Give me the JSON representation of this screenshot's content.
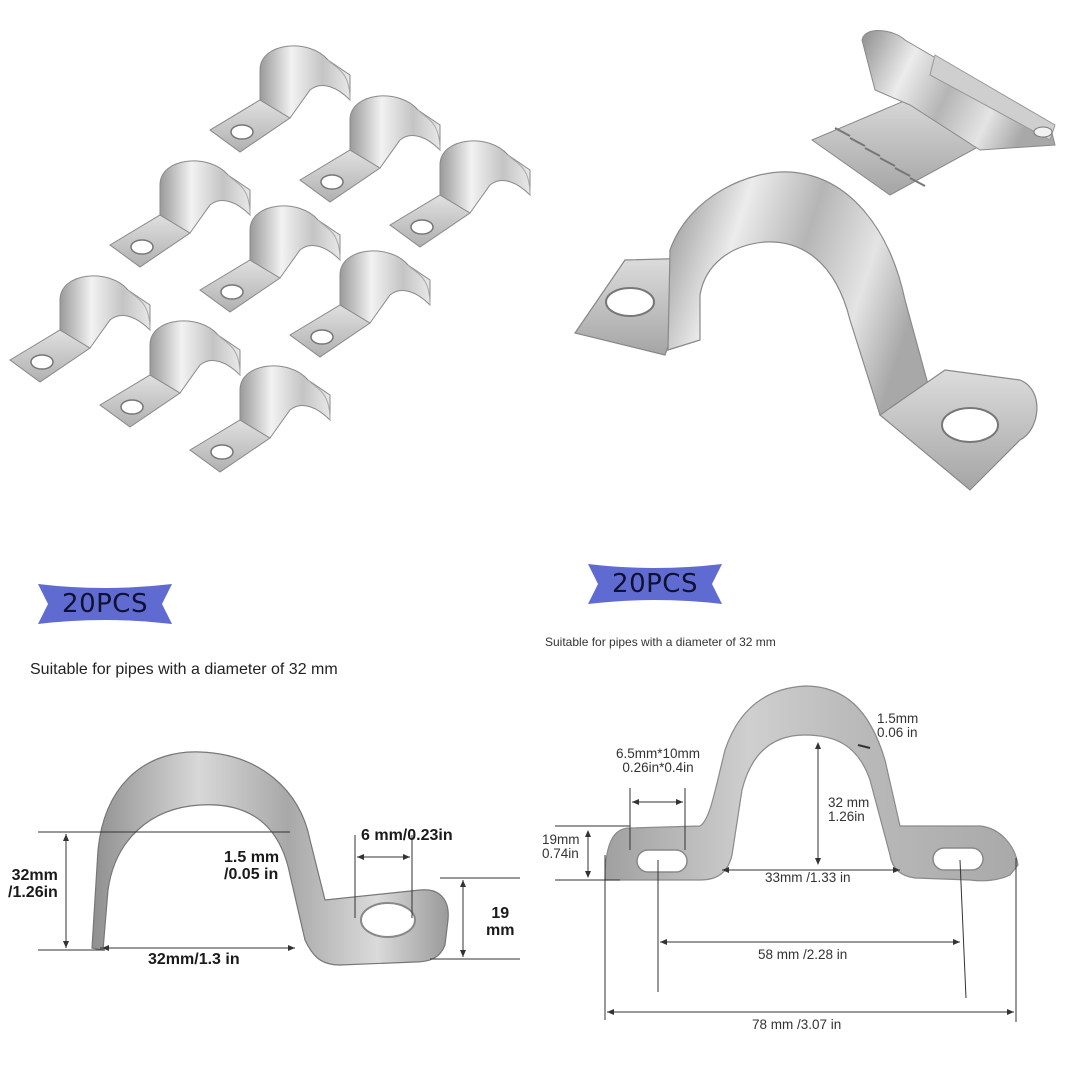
{
  "panels": {
    "top_left": {
      "title": "pack-of-clamps-photo",
      "item_count_visible": 9
    },
    "top_right": {
      "title": "single-clamp-and-stack-photo"
    },
    "bottom_left": {
      "badge": "20PCS",
      "caption": "Suitable for pipes with a diameter of 32 mm",
      "dimensions": {
        "height": [
          "32mm",
          "/1.26in"
        ],
        "thickness": [
          "1.5 mm",
          "/0.05 in"
        ],
        "hole": "6 mm/0.23in",
        "tab_width": [
          "19",
          "mm"
        ],
        "inner_width": "32mm/1.3 in"
      }
    },
    "bottom_right": {
      "badge": "20PCS",
      "caption": "Suitable for pipes with a diameter of 32 mm",
      "dimensions": {
        "thickness": [
          "1.5mm",
          "0.06 in"
        ],
        "slot": [
          "6.5mm*10mm",
          "0.26in*0.4in"
        ],
        "height": [
          "32 mm",
          "1.26in"
        ],
        "tab_width": [
          "19mm",
          "0.74in"
        ],
        "inner_width": "33mm /1.33 in",
        "hole_spacing": "58 mm /2.28 in",
        "overall_length": "78 mm /3.07 in"
      }
    }
  },
  "colors": {
    "badge_fill": "#5f6bd0",
    "badge_text": "#101030",
    "metal_light": "#e6e6e6",
    "metal_mid": "#b9b9b9",
    "metal_dark": "#8a8a8a",
    "dim_line": "#333333"
  }
}
